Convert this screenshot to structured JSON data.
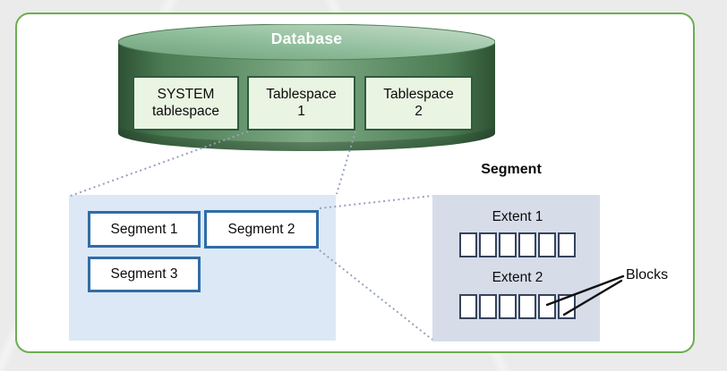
{
  "database": {
    "title": "Database",
    "tablespaces": [
      {
        "label": "SYSTEM tablespace"
      },
      {
        "label": "Tablespace 1"
      },
      {
        "label": "Tablespace 2"
      }
    ]
  },
  "segments_panel": {
    "items": [
      {
        "label": "Segment 1"
      },
      {
        "label": "Segment 2"
      },
      {
        "label": "Segment 3"
      }
    ]
  },
  "segment_detail": {
    "heading": "Segment",
    "extents": [
      {
        "label": "Extent 1",
        "blocks": 6
      },
      {
        "label": "Extent 2",
        "blocks": 6
      }
    ],
    "blocks_label": "Blocks"
  },
  "colors": {
    "page-bg": "#ebebeb",
    "card-border": "#6cae50",
    "cylinder-dark": "#2e5133",
    "cylinder-mid": "#78a67f",
    "cylinder-top-light": "#c3dac5",
    "ts-fill": "#eaf4e3",
    "ts-border": "#2d5c3a",
    "segpanel-fill": "#dce8f5",
    "seg-border": "#2f6da8",
    "detailpanel-fill": "#d6dde9",
    "block-border": "#36435c",
    "dotted-line": "#96a1bc",
    "pointer-line": "#111111"
  }
}
